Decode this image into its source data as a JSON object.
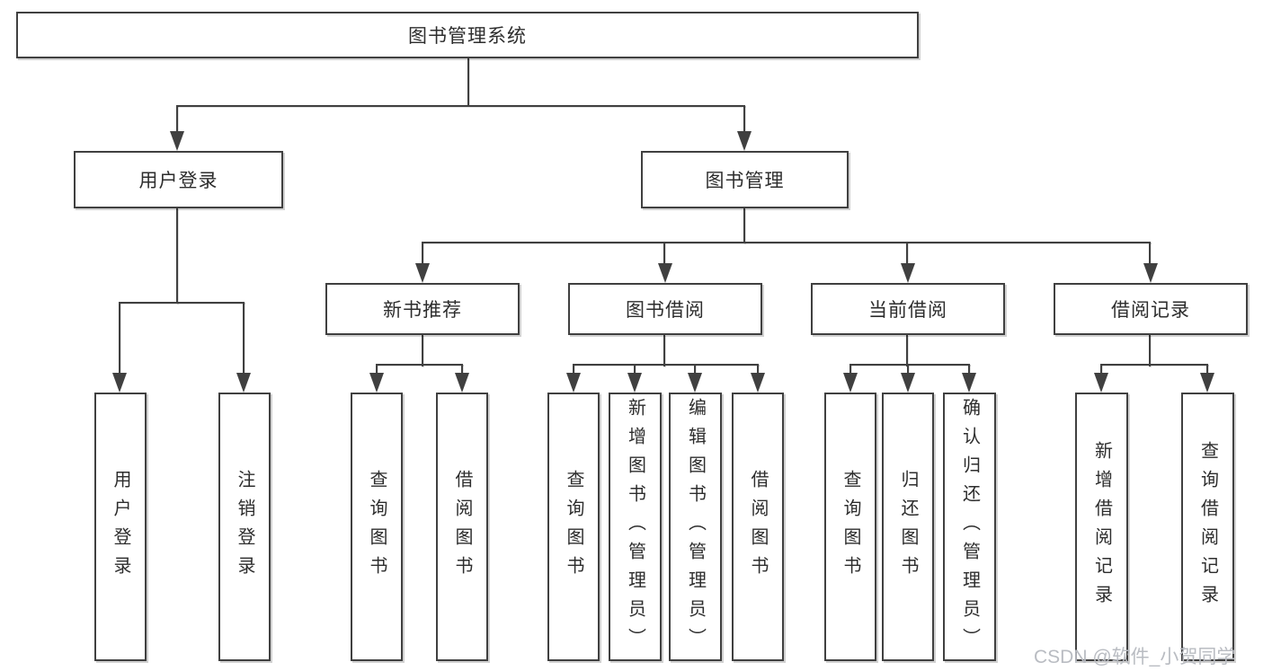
{
  "colors": {
    "line": "#404040",
    "text": "#2d2d2d",
    "watermark": "#b9bcc2",
    "background": "#ffffff"
  },
  "watermark": "CSDN @软件_小贺同学",
  "nodes": {
    "root": {
      "label": "图书管理系统"
    },
    "user_login": {
      "label": "用户登录"
    },
    "book_mgmt": {
      "label": "图书管理"
    },
    "new_book_rec": {
      "label": "新书推荐"
    },
    "book_borrow": {
      "label": "图书借阅"
    },
    "current_borrow": {
      "label": "当前借阅"
    },
    "borrow_records": {
      "label": "借阅记录"
    },
    "leaf_user_login": {
      "label": "用户登录"
    },
    "leaf_logout": {
      "label": "注销登录"
    },
    "leaf_rec_query_book": {
      "label": "查询图书"
    },
    "leaf_rec_borrow_book": {
      "label": "借阅图书"
    },
    "leaf_bor_query_book": {
      "label": "查询图书"
    },
    "leaf_bor_add_book": {
      "label": "新增图书（管理员）"
    },
    "leaf_bor_edit_book": {
      "label": "编辑图书（管理员）"
    },
    "leaf_bor_borrow_book": {
      "label": "借阅图书"
    },
    "leaf_cur_query_book": {
      "label": "查询图书"
    },
    "leaf_cur_return_book": {
      "label": "归还图书"
    },
    "leaf_cur_confirm_return": {
      "label": "确认归还（管理员）"
    },
    "leaf_rcd_add_record": {
      "label": "新增借阅记录"
    },
    "leaf_rcd_query_record": {
      "label": "查询借阅记录"
    }
  }
}
